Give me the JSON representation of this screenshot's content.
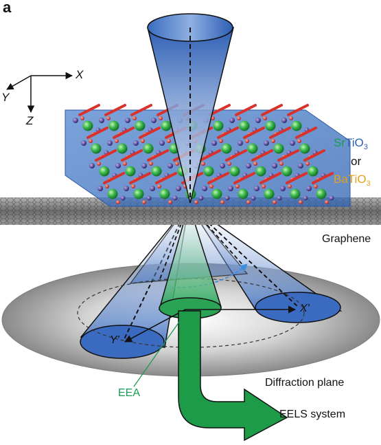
{
  "panel_label": "a",
  "axes": {
    "x": "X",
    "y": "Y",
    "z": "Z"
  },
  "materials": {
    "option1": {
      "part1": "Sr",
      "part2": "TiO",
      "sub": "3"
    },
    "connector": "or",
    "option2": {
      "part1": "Ba",
      "part2": "TiO",
      "sub": "3"
    }
  },
  "labels": {
    "graphene": "Graphene",
    "x_prime": "X'",
    "y_prime": "Y'",
    "eea": "EEA",
    "diffraction_plane": "Diffraction plane",
    "eels_system": "EELS system"
  },
  "colors": {
    "cone_blue": "#3d6fc2",
    "lattice_blue": "#5b8fd6",
    "sr_green": "#35b548",
    "oxygen_red": "#d8322b",
    "ti_purple": "#4b3a8e",
    "eels_arrow_green": "#1d9a4a",
    "graphene_gray": "#707070",
    "plane_gray": "#a9a9a9"
  }
}
